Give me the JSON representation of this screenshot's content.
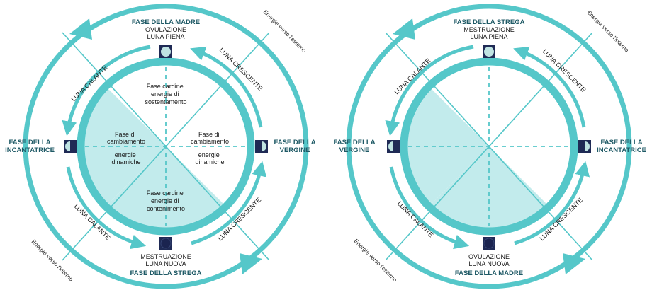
{
  "colors": {
    "teal": "#55c7c9",
    "teal_light": "#c2ebec",
    "navy": "#1f2a55",
    "phase_text": "#1f5a66",
    "moon_full": "#bfe3e2",
    "moon_dark": "#1b2450"
  },
  "left_wheel": {
    "top_phase": "FASE DELLA MADRE",
    "top_moon_1": "OVULAZIONE",
    "top_moon_2": "LUNA PIENA",
    "bottom_moon_1": "MESTRUAZIONE",
    "bottom_moon_2": "LUNA NUOVA",
    "bottom_phase": "FASE DELLA STREGA",
    "left_phase_1": "FASE DELLA",
    "left_phase_2": "INCANTATRICE",
    "right_phase_1": "FASE DELLA",
    "right_phase_2": "VERGINE",
    "arc_top_left": "LUNA CALANTE",
    "arc_top_right": "LUNA CRESCENTE",
    "arc_bottom_left": "LUNA CALANTE",
    "arc_bottom_right": "LUNA CRESCENTE",
    "energy_top_right": "Energie verso l'esterno",
    "energy_bottom_left": "Energie verso l'interno",
    "inner_top": [
      "Fase cardine",
      "energie di",
      "sostentamento"
    ],
    "inner_left_a": [
      "Fase di",
      "cambiamento"
    ],
    "inner_left_b": [
      "energie",
      "dinamiche"
    ],
    "inner_right_a": [
      "Fase di",
      "cambiamento"
    ],
    "inner_right_b": [
      "energie",
      "dinamiche"
    ],
    "inner_bottom": [
      "Fase cardine",
      "energie di",
      "contenimento"
    ]
  },
  "right_wheel": {
    "top_phase": "FASE DELLA STREGA",
    "top_moon_1": "MESTRUAZIONE",
    "top_moon_2": "LUNA PIENA",
    "bottom_moon_1": "OVULAZIONE",
    "bottom_moon_2": "LUNA NUOVA",
    "bottom_phase": "FASE DELLA MADRE",
    "left_phase_1": "FASE DELLA",
    "left_phase_2": "VERGINE",
    "right_phase_1": "FASE DELLA",
    "right_phase_2": "INCANTATRICE",
    "arc_top_left": "LUNA CALANTE",
    "arc_top_right": "LUNA CRESCENTE",
    "arc_bottom_left": "LUNA CALANTE",
    "arc_bottom_right": "LUNA CRESCENTE",
    "energy_top_right": "Energie verso l'interno",
    "energy_bottom_left": "Energie verso l'esterno"
  }
}
